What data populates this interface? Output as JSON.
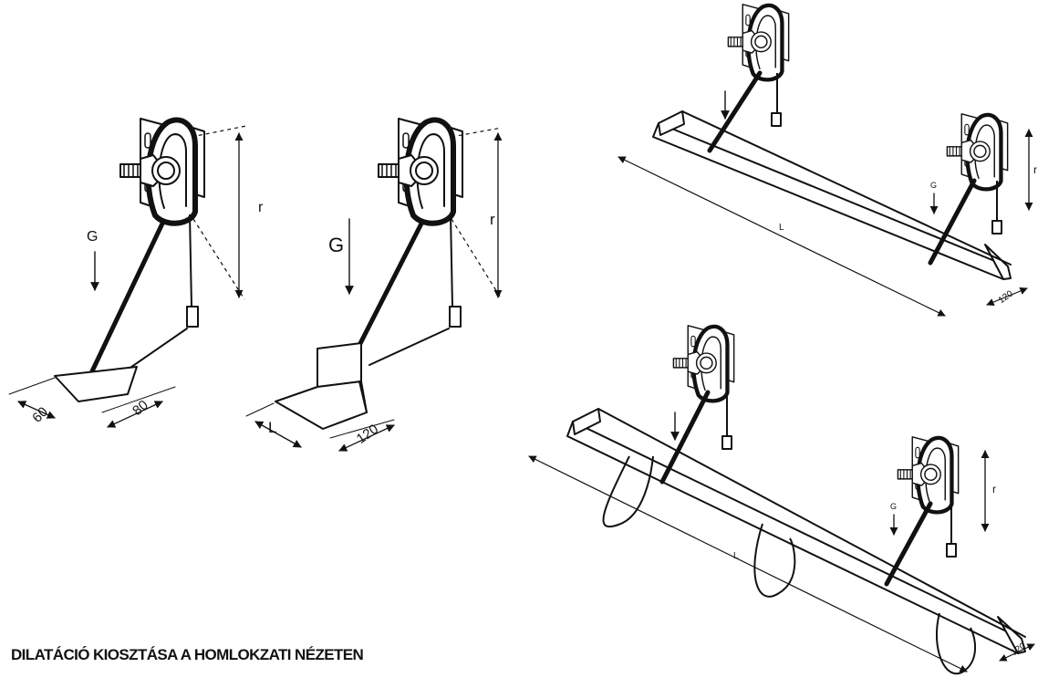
{
  "caption": "DILATÁCIÓ KIOSZTÁSA A HOMLOKZATI NÉZETEN",
  "fig1": {
    "load": "G",
    "height": "r",
    "dim_a": "60",
    "dim_b": "80"
  },
  "fig2": {
    "load": "G",
    "height": "r",
    "dim_len": "L",
    "dim_b": "120"
  },
  "fig3": {
    "load": "G",
    "height": "r",
    "length": "L",
    "dim_b": "120"
  },
  "fig4": {
    "load": "G",
    "height": "r",
    "length": "L",
    "dim_b": "120"
  },
  "colors": {
    "ink": "#111111",
    "background": "#ffffff"
  }
}
